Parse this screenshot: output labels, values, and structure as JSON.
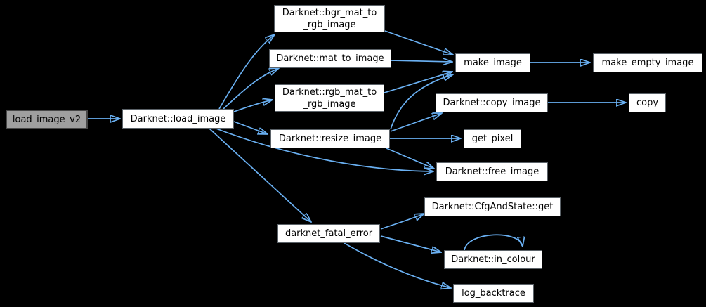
{
  "diagram": {
    "type": "call-graph",
    "background_color": "#000000",
    "edge_color": "#6ab0f2",
    "node_fill_color": "#ffffff",
    "node_border_color": "#5b6268",
    "node_text_color": "#000000",
    "current_node_fill_color": "#9f9f9f",
    "current_node_border_color": "#474747"
  },
  "nodes": [
    {
      "id": "load_image_v2",
      "label": "load_image_v2",
      "current": true
    },
    {
      "id": "darknet_load_image",
      "label": "Darknet::load_image",
      "current": false
    },
    {
      "id": "bgr_mat_to_rgb_image",
      "label": "Darknet::bgr_mat_to\n_rgb_image",
      "current": false
    },
    {
      "id": "mat_to_image",
      "label": "Darknet::mat_to_image",
      "current": false
    },
    {
      "id": "make_image",
      "label": "make_image",
      "current": false
    },
    {
      "id": "make_empty_image",
      "label": "make_empty_image",
      "current": false
    },
    {
      "id": "rgb_mat_to_rgb_image",
      "label": "Darknet::rgb_mat_to\n_rgb_image",
      "current": false
    },
    {
      "id": "copy_image",
      "label": "Darknet::copy_image",
      "current": false
    },
    {
      "id": "copy",
      "label": "copy",
      "current": false
    },
    {
      "id": "resize_image",
      "label": "Darknet::resize_image",
      "current": false
    },
    {
      "id": "get_pixel",
      "label": "get_pixel",
      "current": false
    },
    {
      "id": "free_image",
      "label": "Darknet::free_image",
      "current": false
    },
    {
      "id": "darknet_fatal_error",
      "label": "darknet_fatal_error",
      "current": false
    },
    {
      "id": "cfg_and_state_get",
      "label": "Darknet::CfgAndState::get",
      "current": false
    },
    {
      "id": "in_colour",
      "label": "Darknet::in_colour",
      "current": false
    },
    {
      "id": "log_backtrace",
      "label": "log_backtrace",
      "current": false
    }
  ],
  "edges": [
    {
      "from": "load_image_v2",
      "to": "darknet_load_image"
    },
    {
      "from": "darknet_load_image",
      "to": "bgr_mat_to_rgb_image"
    },
    {
      "from": "darknet_load_image",
      "to": "mat_to_image"
    },
    {
      "from": "darknet_load_image",
      "to": "rgb_mat_to_rgb_image"
    },
    {
      "from": "darknet_load_image",
      "to": "resize_image"
    },
    {
      "from": "darknet_load_image",
      "to": "free_image"
    },
    {
      "from": "darknet_load_image",
      "to": "darknet_fatal_error"
    },
    {
      "from": "bgr_mat_to_rgb_image",
      "to": "make_image"
    },
    {
      "from": "mat_to_image",
      "to": "make_image"
    },
    {
      "from": "rgb_mat_to_rgb_image",
      "to": "make_image"
    },
    {
      "from": "resize_image",
      "to": "make_image"
    },
    {
      "from": "resize_image",
      "to": "copy_image"
    },
    {
      "from": "resize_image",
      "to": "get_pixel"
    },
    {
      "from": "resize_image",
      "to": "free_image"
    },
    {
      "from": "make_image",
      "to": "make_empty_image"
    },
    {
      "from": "copy_image",
      "to": "copy"
    },
    {
      "from": "darknet_fatal_error",
      "to": "cfg_and_state_get"
    },
    {
      "from": "darknet_fatal_error",
      "to": "in_colour"
    },
    {
      "from": "darknet_fatal_error",
      "to": "log_backtrace"
    },
    {
      "from": "in_colour",
      "to": "in_colour"
    }
  ]
}
